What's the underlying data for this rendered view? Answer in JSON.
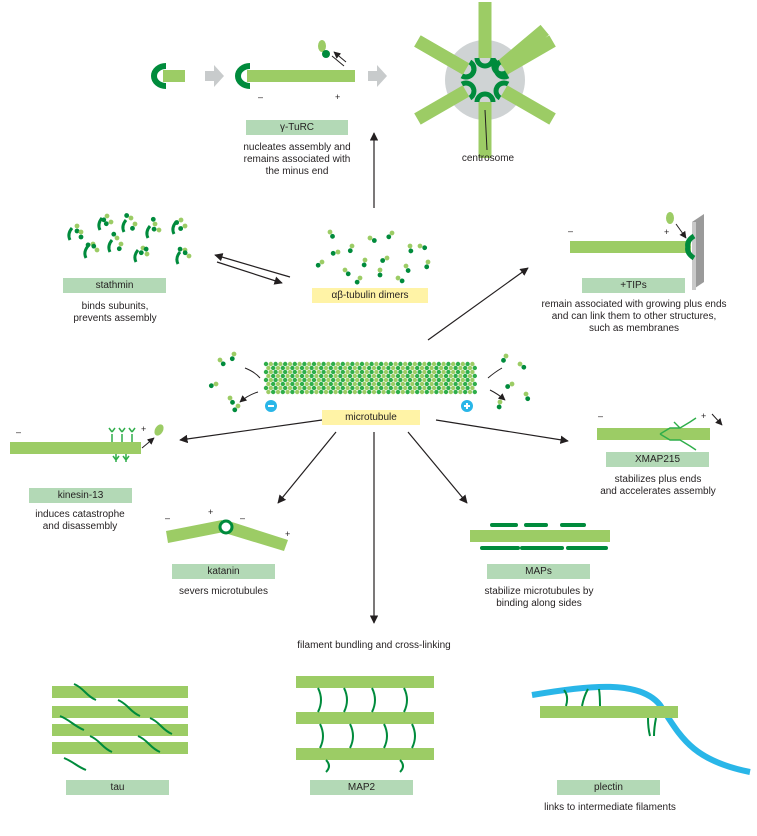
{
  "center": {
    "dimers_label": "αβ-tubulin dimers",
    "microtubule_label": "microtubule"
  },
  "proteins": {
    "gtubc": {
      "label": "γ-TuRC",
      "desc_lines": [
        "nucleates assembly and",
        "remains associated with",
        "the minus end"
      ]
    },
    "centrosome": {
      "label": "centrosome"
    },
    "stathmin": {
      "label": "stathmin",
      "desc_lines": [
        "binds subunits,",
        "prevents assembly"
      ]
    },
    "tips": {
      "label": "+TIPs",
      "desc_lines": [
        "remain associated with growing plus ends",
        "and can link them to other structures,",
        "such as membranes"
      ]
    },
    "kinesin13": {
      "label": "kinesin-13",
      "desc_lines": [
        "induces catastrophe",
        "and disassembly"
      ]
    },
    "xmap215": {
      "label": "XMAP215",
      "desc_lines": [
        "stabilizes plus ends",
        "and accelerates assembly"
      ]
    },
    "katanin": {
      "label": "katanin",
      "desc_lines": [
        "severs microtubules"
      ]
    },
    "maps": {
      "label": "MAPs",
      "desc_lines": [
        "stabilize microtubules by",
        "binding along sides"
      ]
    },
    "bundling": {
      "label": "filament bundling and cross-linking"
    },
    "tau": {
      "label": "tau"
    },
    "map2": {
      "label": "MAP2"
    },
    "plectin": {
      "label": "plectin",
      "desc_lines": [
        "links to intermediate filaments"
      ]
    }
  },
  "signs": {
    "plus": "+",
    "minus": "–"
  },
  "colors": {
    "tube": "#9ccc65",
    "dark_green": "#008b3c",
    "mid_green": "#2fae4a",
    "pale_green": "#d4e8a0",
    "label_green": "#b3d9b6",
    "label_yellow": "#fff3a6",
    "arrow": "#231f20",
    "cyan": "#29b6e8",
    "centrosome_gray": "#cfd3d4",
    "membrane_gray": "#9a9a9a"
  }
}
